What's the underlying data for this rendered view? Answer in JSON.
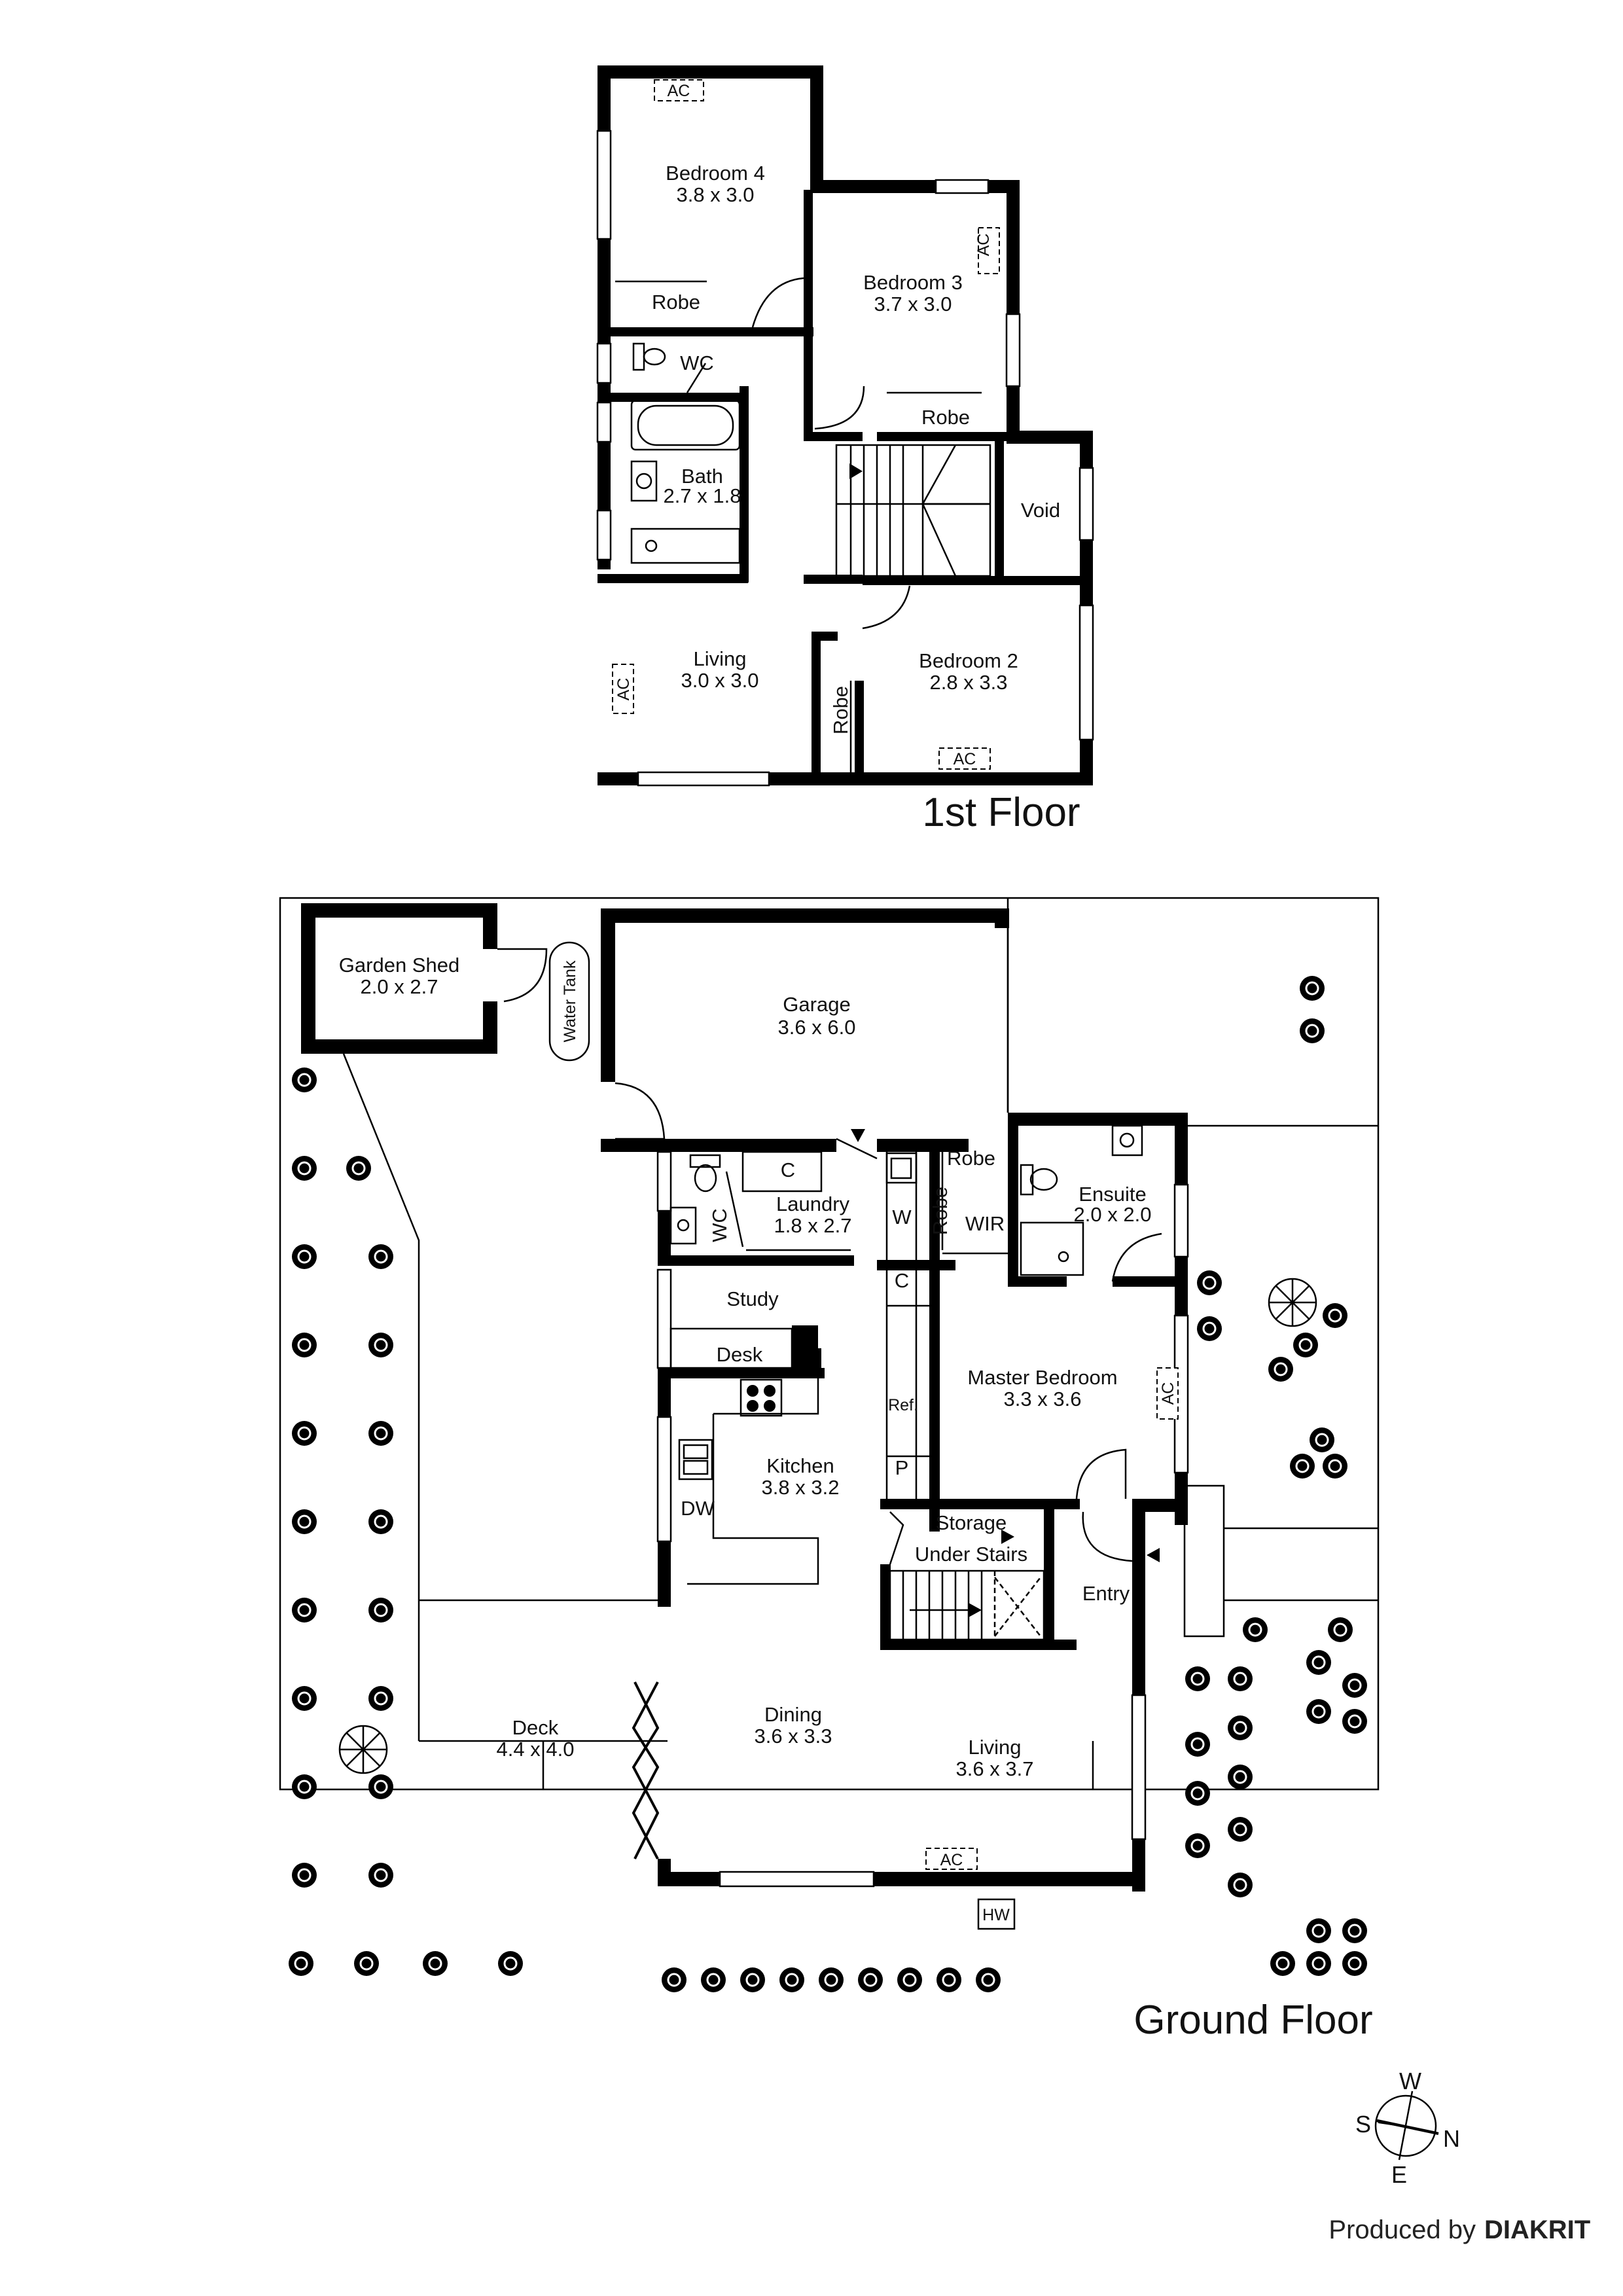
{
  "floors": {
    "first": "1st Floor",
    "ground": "Ground Floor"
  },
  "rooms_first": {
    "bedroom4": {
      "name": "Bedroom 4",
      "size": "3.8 x 3.0"
    },
    "bedroom3": {
      "name": "Bedroom 3",
      "size": "3.7 x 3.0"
    },
    "bedroom2": {
      "name": "Bedroom 2",
      "size": "2.8 x 3.3"
    },
    "bath": {
      "name": "Bath",
      "size": "2.7 x 1.8"
    },
    "living": {
      "name": "Living",
      "size": "3.0 x 3.0"
    },
    "wc": "WC",
    "robe": "Robe",
    "void": "Void"
  },
  "rooms_ground": {
    "garden_shed": {
      "name": "Garden Shed",
      "size": "2.0 x 2.7"
    },
    "water_tank": "Water Tank",
    "garage": {
      "name": "Garage",
      "size": "3.6 x 6.0"
    },
    "laundry": {
      "name": "Laundry",
      "size": "1.8 x 2.7"
    },
    "ensuite": {
      "name": "Ensuite",
      "size": "2.0 x 2.0"
    },
    "master": {
      "name": "Master Bedroom",
      "size": "3.3 x 3.6"
    },
    "kitchen": {
      "name": "Kitchen",
      "size": "3.8 x 3.2"
    },
    "deck": {
      "name": "Deck",
      "size": "4.4 x 4.0"
    },
    "dining": {
      "name": "Dining",
      "size": "3.6 x 3.3"
    },
    "living": {
      "name": "Living",
      "size": "3.6 x 3.7"
    },
    "study": "Study",
    "desk": "Desk",
    "storage": "Storage",
    "under_stairs": "Under Stairs",
    "entry": "Entry",
    "wir": "WIR",
    "robe": "Robe",
    "wc": "WC",
    "c": "C",
    "w": "W",
    "p": "P",
    "ref": "Ref.",
    "dw": "DW",
    "hw": "HW"
  },
  "ac": "AC",
  "compass": {
    "w": "W",
    "s": "S",
    "n": "N",
    "e": "E"
  },
  "credit": {
    "prefix": "Produced by",
    "brand": "DIAKRIT"
  },
  "icons": [
    "tree-icon",
    "bush-icon",
    "compass-icon",
    "toilet-icon",
    "sink-icon",
    "bathtub-icon",
    "cooktop-icon",
    "stairs-icon"
  ]
}
